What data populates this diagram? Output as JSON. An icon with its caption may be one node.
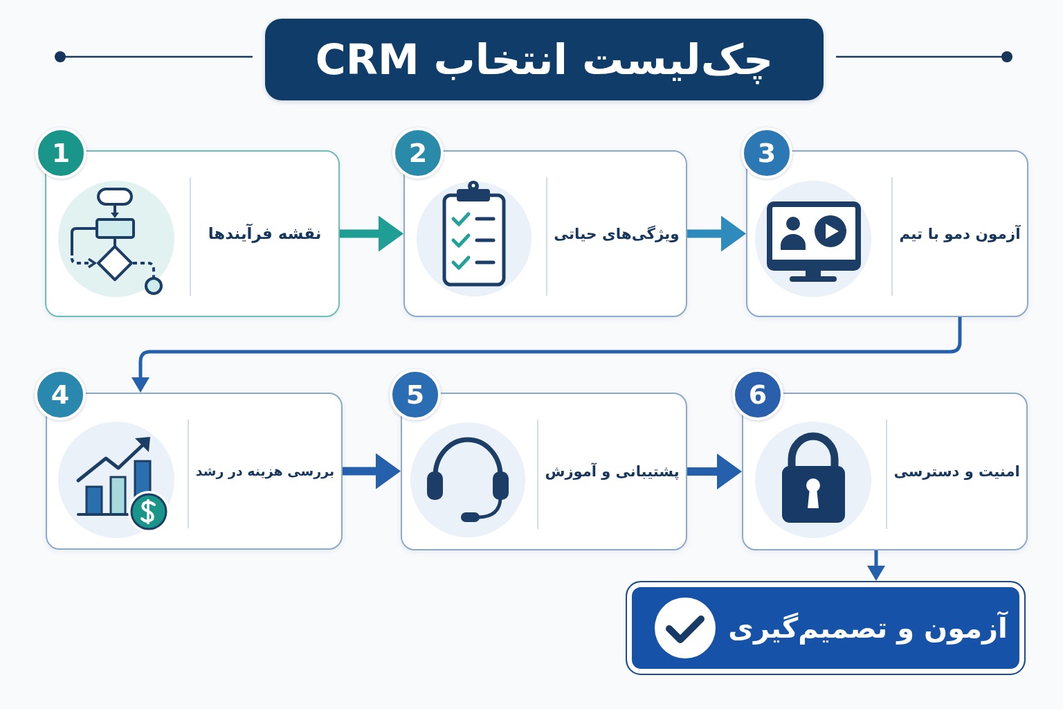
{
  "diagram": {
    "title": "چک‌لیست انتخاب CRM",
    "nodes": [
      {
        "text": [
          "1"
        ]
      },
      {
        "text": [
          "نقشه فرآیندها"
        ]
      },
      {
        "text": [
          "2"
        ]
      },
      {
        "text": [
          "ویژگی‌های حیاتی"
        ]
      },
      {
        "text": [
          "3"
        ]
      },
      {
        "text": [
          "آزمون دمو با تیم"
        ]
      },
      {
        "text": [
          "4"
        ]
      },
      {
        "text": [
          "بررسی هزینه در رشد"
        ]
      },
      {
        "text": [
          "5"
        ]
      },
      {
        "text": [
          "پشتیبانی و آموزش"
        ]
      },
      {
        "text": [
          "6"
        ]
      },
      {
        "text": [
          "امنیت و دسترسی"
        ]
      },
      {
        "text": [
          "آزمون و تصمیم‌گیری"
        ]
      }
    ],
    "edges": [
      {
        "from": 1,
        "to": 3,
        "arrow": "to",
        "color": "#1f9e96"
      },
      {
        "from": 3,
        "to": 5,
        "arrow": "to",
        "color": "#2e8bbb"
      },
      {
        "from": 5,
        "to": 7,
        "arrow": "to"
      },
      {
        "from": 7,
        "to": 9,
        "arrow": "to"
      },
      {
        "from": 9,
        "to": 11,
        "arrow": "to"
      },
      {
        "from": 11,
        "to": 12,
        "arrow": "to"
      }
    ]
  }
}
